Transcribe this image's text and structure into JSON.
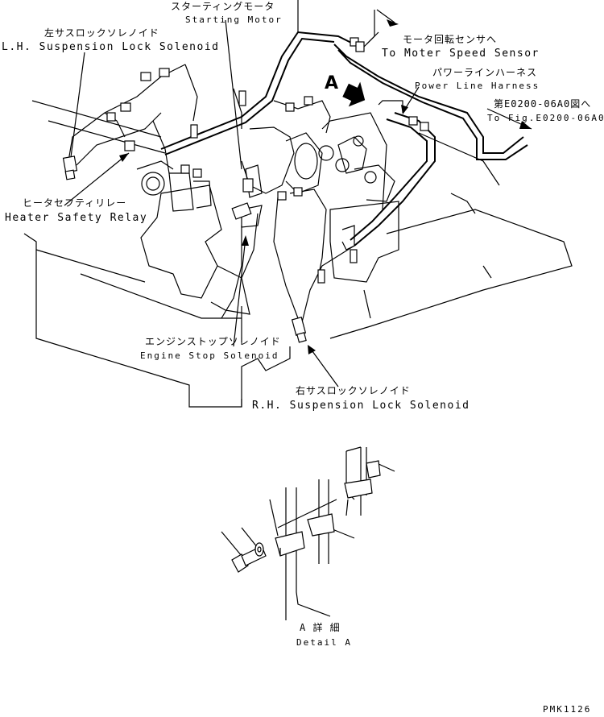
{
  "labels": {
    "starting_motor": {
      "jp": "スターティングモータ",
      "en": "Starting Motor"
    },
    "lh_solenoid": {
      "jp": "左サスロックソレノイド",
      "en": "L.H. Suspension Lock Solenoid"
    },
    "speed_sensor": {
      "jp": "モータ回転センサへ",
      "en": "To Moter Speed Sensor"
    },
    "power_harness": {
      "jp": "パワーラインハーネス",
      "en": "Power Line Harness"
    },
    "fig_ref": {
      "jp": "第E0200-06A0図へ",
      "en": "To Fig.E0200-06A0"
    },
    "heater_relay": {
      "jp": "ヒータセフティリレー",
      "en": "Heater Safety Relay"
    },
    "engine_stop": {
      "jp": "エンジンストップソレノイド",
      "en": "Engine Stop Solenoid"
    },
    "rh_solenoid": {
      "jp": "右サスロックソレノイド",
      "en": "R.H. Suspension Lock Solenoid"
    },
    "detail_a": {
      "jp": "A 詳 細",
      "en": "Detail A"
    },
    "view_marker": "A",
    "drawing_code": "PMK1126"
  },
  "icons": [
    "view-arrow-icon",
    "leader-arrow-icon",
    "clamp-icon",
    "bolt-icon",
    "washer-icon"
  ]
}
